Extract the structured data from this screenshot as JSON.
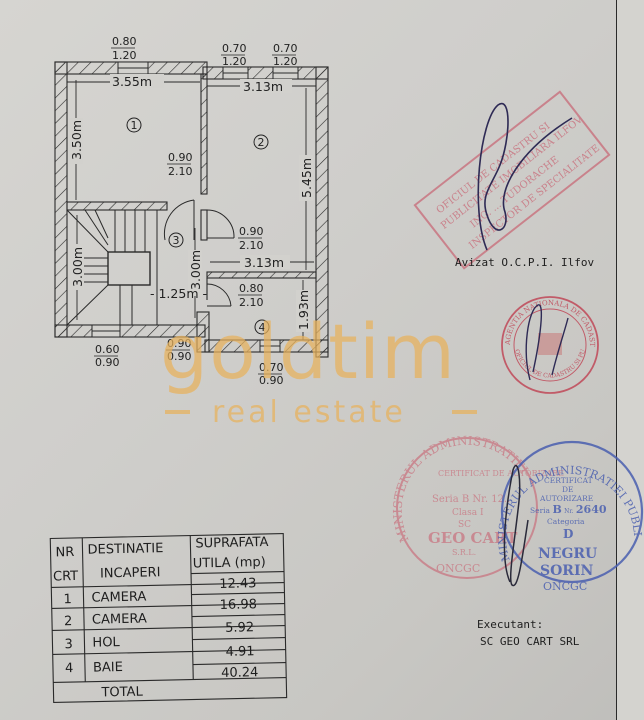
{
  "document": {
    "type": "floor plan",
    "page_border_color": "#2a2a2a"
  },
  "floor_plan": {
    "rooms": [
      {
        "number": "1",
        "label": "①"
      },
      {
        "number": "2",
        "label": "②"
      },
      {
        "number": "3",
        "label": "③"
      },
      {
        "number": "4",
        "label": "④"
      }
    ],
    "dimensions": {
      "room1_width": "3.55m",
      "room1_height": "3.50m",
      "room2_width": "3.13m",
      "room2_height": "5.45m",
      "stair_height": "3.00m",
      "hall_height": "3.00m",
      "hall_width": "1.25m",
      "bath_width": "3.13m",
      "bath_height": "1.93m"
    },
    "openings": {
      "window_top_room1": {
        "w": "0.80",
        "h": "1.20"
      },
      "window_top_room2_a": {
        "w": "0.70",
        "h": "1.20"
      },
      "window_top_room2_b": {
        "w": "0.70",
        "h": "1.20"
      },
      "door_room1": {
        "w": "0.90",
        "h": "2.10"
      },
      "door_room2": {
        "w": "0.90",
        "h": "2.10"
      },
      "door_bath": {
        "w": "0.80",
        "h": "2.10"
      },
      "window_stair": {
        "w": "0.60",
        "h": "0.90"
      },
      "window_hall": {
        "w": "0.90",
        "h": "0.90"
      },
      "window_bath": {
        "w": "0.70",
        "h": "0.90"
      }
    }
  },
  "watermark": {
    "brand": "goldtim",
    "tagline": "real estate",
    "color": "#e8b25c"
  },
  "stamps": {
    "ocpi_rect": {
      "line1": "OFICIUL DE CADASTRU SI",
      "line2": "PUBLICITATE IMOBILIARA ILFOV",
      "line3": "ING. ... TUDORACHE",
      "line4": "INSPECTOR DE SPECIALITATE",
      "color": "#c9707d"
    },
    "ocpi_caption": "Avizat O.C.P.I. Ilfov",
    "ancpi_round": {
      "outer": "AGENTIA NATIONALA DE CADASTRU SI PUBLICITATE IMOBILIARA",
      "inner": "OFICIUL DE CADASTRU SI PUBLICITATE IMOBILIARA ILFOV",
      "color": "#c04858"
    },
    "geo_cart_round": {
      "ring": "MINISTERUL ADMINISTRATIEI PUBLICE",
      "cert": "CERTIFICAT DE AUTORIZARE",
      "serie": "Seria B Nr. 12..",
      "clasa": "Clasa I",
      "sc": "SC",
      "company": "GEO CART",
      "suffix": "S.R.L.",
      "bottom": "ONCGC",
      "color": "#c9707d"
    },
    "negru_round": {
      "ring": "MINISTERUL ADMINISTRATIEI PUBLICE",
      "cert1": "CERTIFICAT",
      "cert2": "DE",
      "cert3": "AUTORIZARE",
      "serie_prefix": "Seria",
      "serie_letter": "B",
      "nr_prefix": "Nr.",
      "nr": "2640",
      "categoria": "Categoria",
      "categoria_value": "D",
      "name1": "NEGRU",
      "name2": "SORIN",
      "bottom": "ONCGC",
      "color": "#4a5fb0"
    }
  },
  "executant": {
    "label": "Executant:",
    "company": "SC GEO CART SRL"
  },
  "table": {
    "headers": {
      "col1_line1": "NR",
      "col1_line2": "CRT",
      "col2_line1": "DESTINATIE",
      "col2_line2": "INCAPERI",
      "col3_line1": "SUPRAFATA",
      "col3_line2": "UTILA (mp)"
    },
    "rows": [
      {
        "nr": "1",
        "destinatie": "CAMERA",
        "suprafata": "12.43"
      },
      {
        "nr": "2",
        "destinatie": "CAMERA",
        "suprafata": "16.98"
      },
      {
        "nr": "3",
        "destinatie": "HOL",
        "suprafata": "5.92"
      },
      {
        "nr": "4",
        "destinatie": "BAIE",
        "suprafata": "4.91"
      }
    ],
    "total_label": "TOTAL",
    "total_value": "40.24"
  }
}
